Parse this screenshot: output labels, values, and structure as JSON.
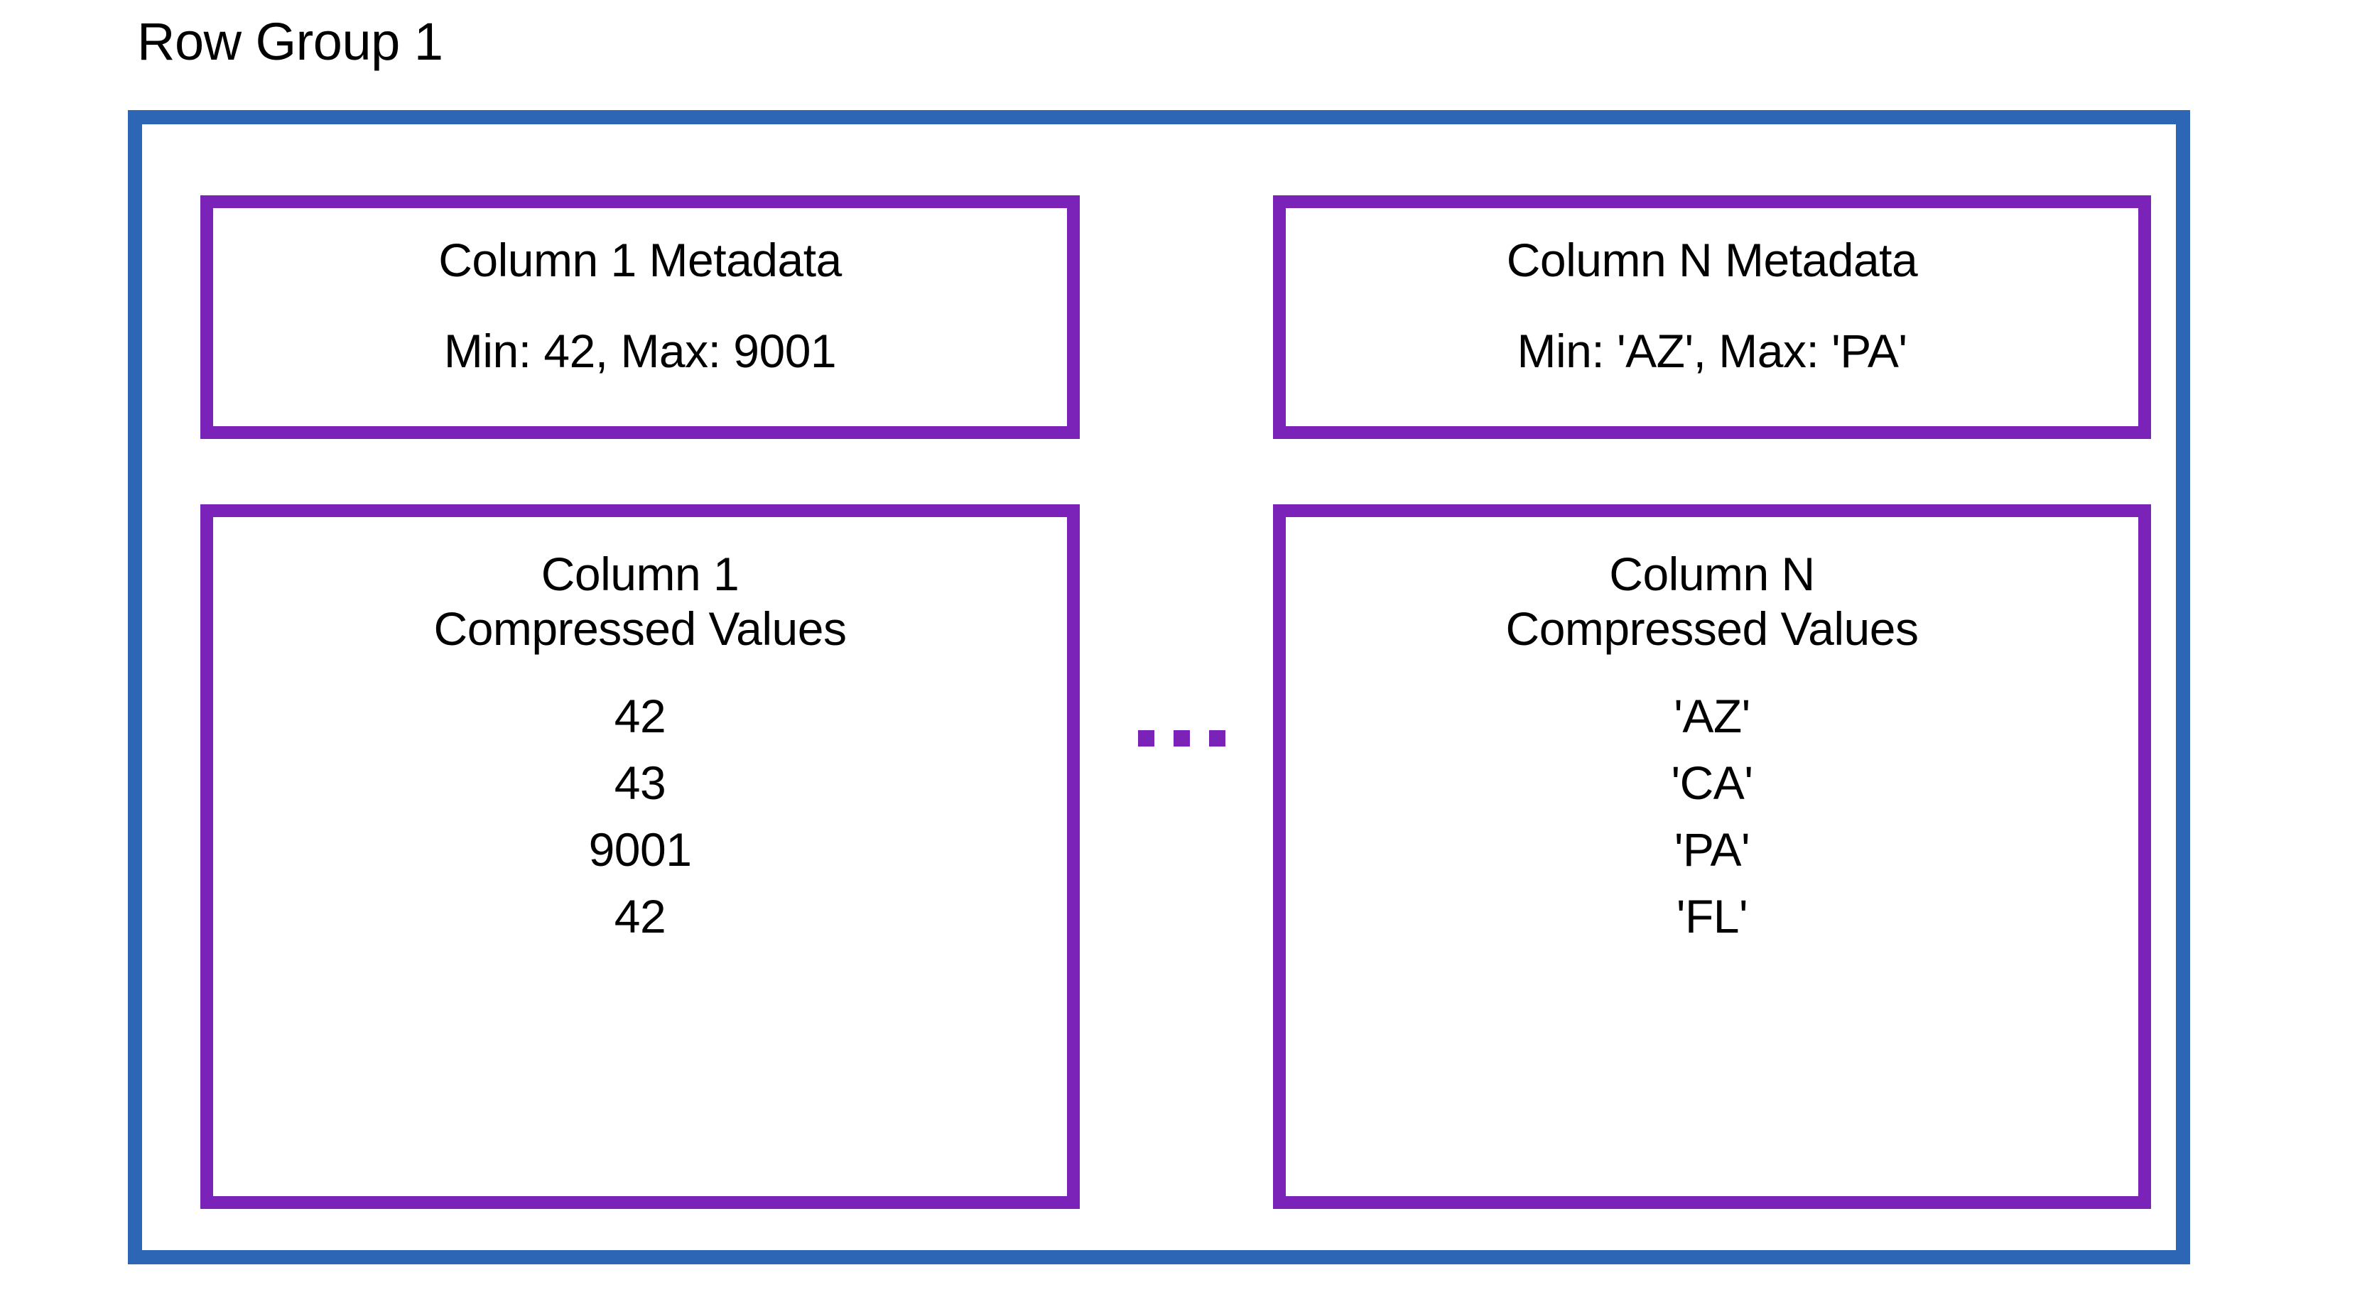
{
  "diagram": {
    "title": "Row Group 1",
    "frame_color": "#2C66B4",
    "box_color": "#7B22B8",
    "ellipsis_glyph": "…",
    "columns": [
      {
        "metadata_title": "Column 1 Metadata",
        "metadata_stats": "Min: 42, Max: 9001",
        "values_title_line1": "Column 1",
        "values_title_line2": "Compressed Values",
        "values": [
          "42",
          "43",
          "9001",
          "42"
        ]
      },
      {
        "metadata_title": "Column N Metadata",
        "metadata_stats": "Min: 'AZ', Max: 'PA'",
        "values_title_line1": "Column N",
        "values_title_line2": "Compressed Values",
        "values": [
          "'AZ'",
          "'CA'",
          "'PA'",
          "'FL'"
        ]
      }
    ]
  }
}
